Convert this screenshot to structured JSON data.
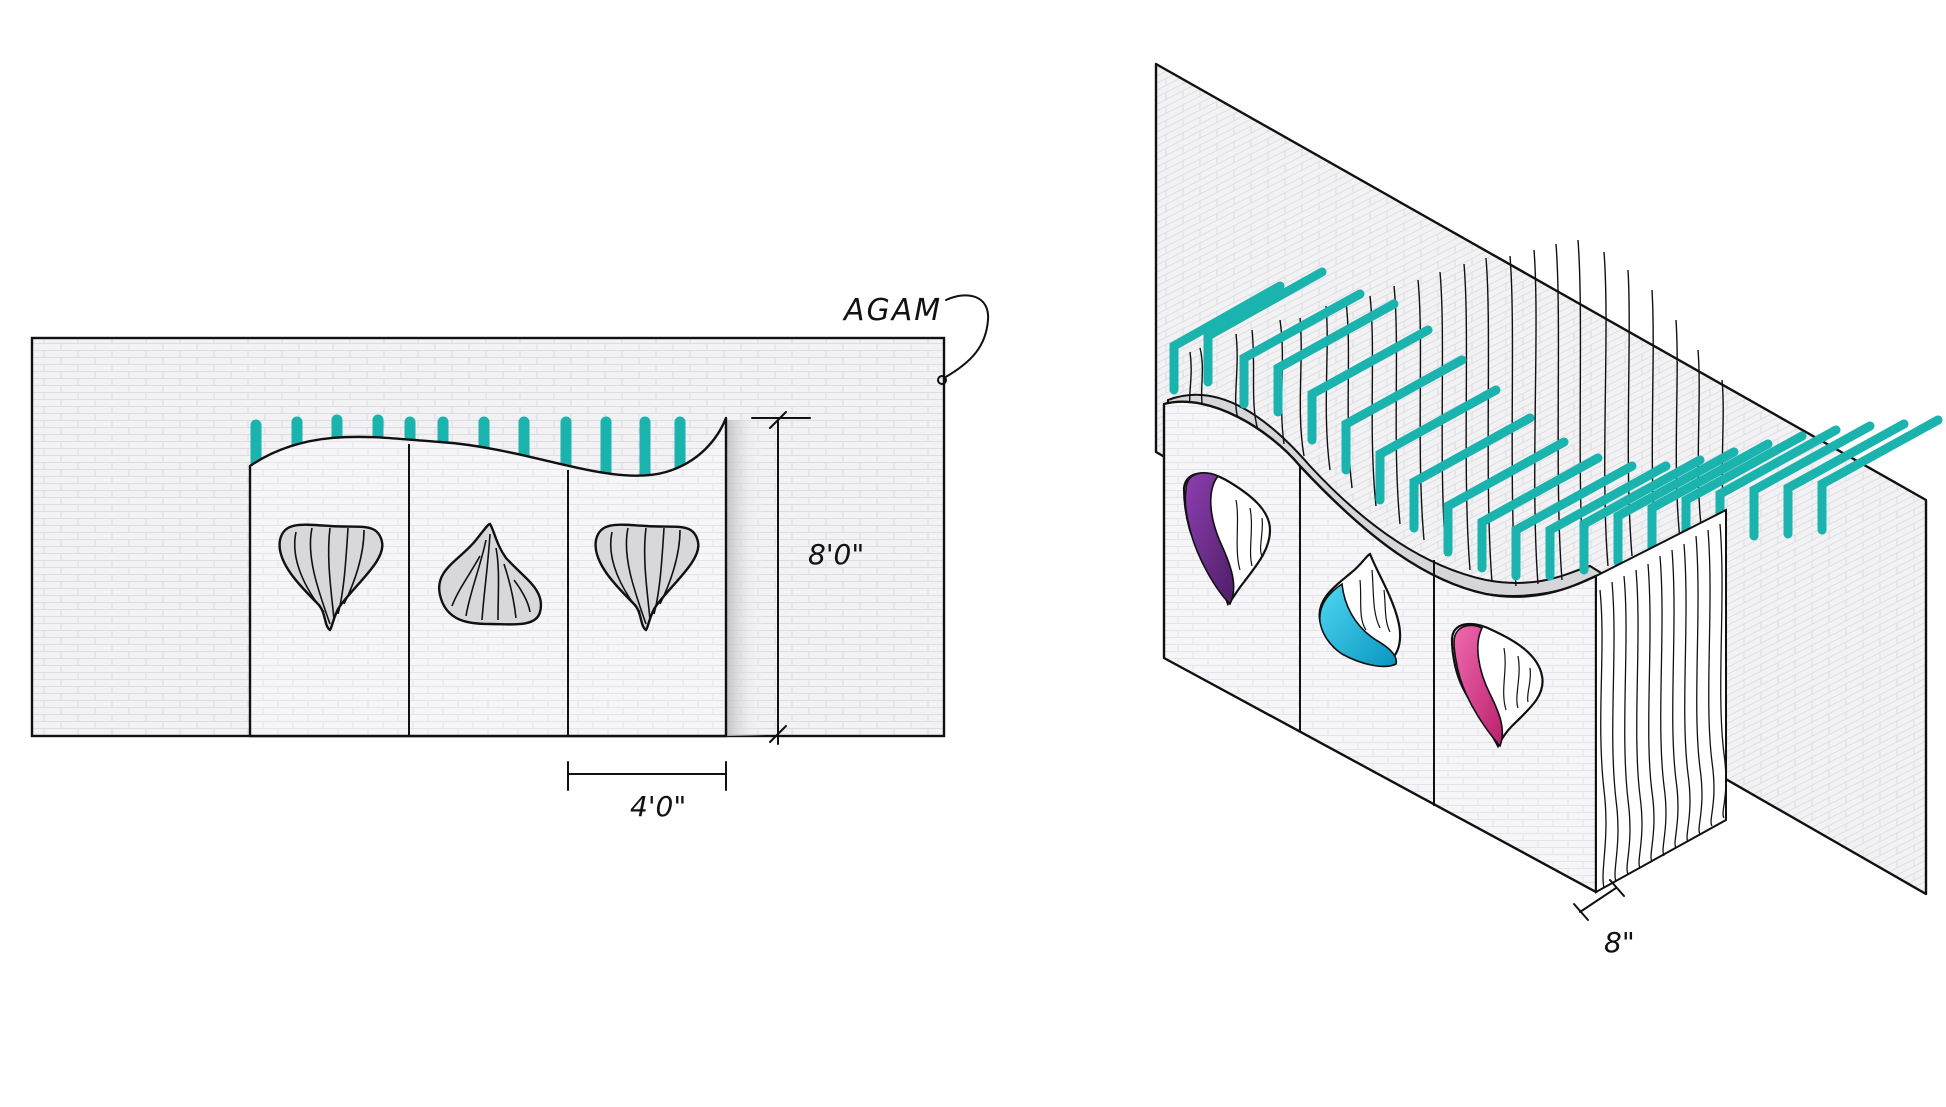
{
  "labels": {
    "wall_callout": "AGAM",
    "height_dimension": "8'0\"",
    "panel_width_dimension": "4'0\"",
    "depth_dimension": "8\""
  },
  "colors": {
    "teal": "#1bb3ad",
    "purple": "#6b2a8c",
    "cyan": "#18bfe0",
    "pink": "#e03a8e",
    "brick_fill": "#f2f2f4",
    "brick_line": "#dcdce2",
    "panel_fill": "#f7f7f8",
    "ink": "#111111"
  }
}
